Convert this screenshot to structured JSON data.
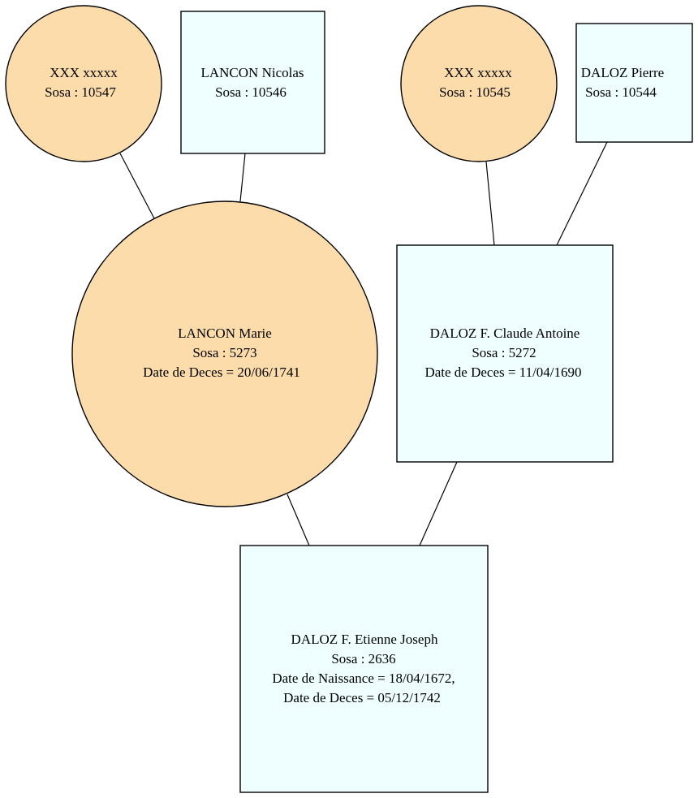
{
  "colors": {
    "female_fill": "#fcdcaa",
    "male_fill": "#effefe",
    "stroke": "#000000"
  },
  "nodes": {
    "xxx_10547": {
      "lines": [
        "XXX xxxxx",
        "Sosa : 10547"
      ]
    },
    "lancon_nicolas": {
      "lines": [
        "LANCON Nicolas",
        "Sosa : 10546"
      ]
    },
    "xxx_10545": {
      "lines": [
        "XXX xxxxx",
        "Sosa : 10545"
      ]
    },
    "daloz_pierre": {
      "lines": [
        "DALOZ Pierre",
        "Sosa : 10544"
      ]
    },
    "lancon_marie": {
      "lines": [
        "LANCON Marie",
        "Sosa : 5273",
        "Date de Deces = 20/06/1741"
      ]
    },
    "daloz_claude_antoine": {
      "lines": [
        "DALOZ F. Claude Antoine",
        "Sosa : 5272",
        "Date de Deces = 11/04/1690"
      ]
    },
    "daloz_etienne_joseph": {
      "lines": [
        "DALOZ F. Etienne Joseph",
        "Sosa : 2636",
        "Date de Naissance = 18/04/1672,",
        "Date de Deces = 05/12/1742"
      ]
    }
  }
}
